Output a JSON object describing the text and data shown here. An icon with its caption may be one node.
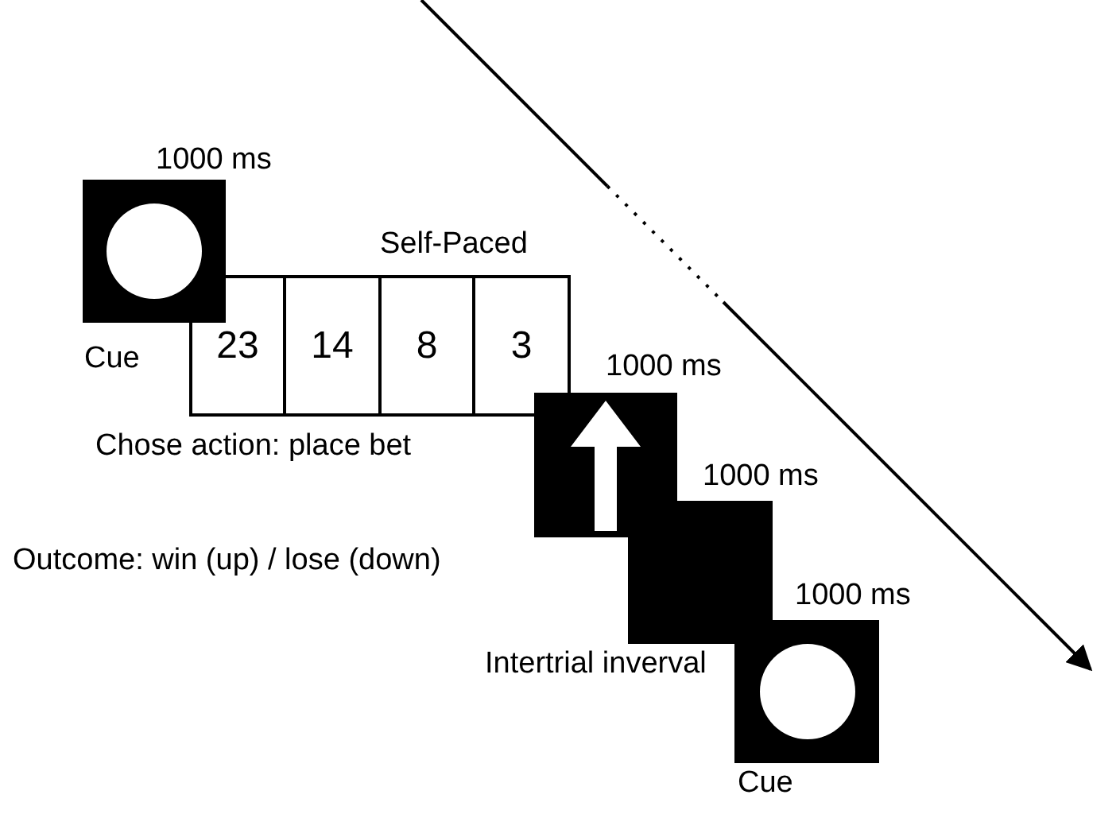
{
  "diagram": {
    "nodes": [
      {
        "text": [],
        "shape": "box",
        "beside": [
          "1000 ms",
          "Cue"
        ]
      },
      {
        "text": [
          "Self-Paced"
        ],
        "beside": [
          "Chose action: place bet"
        ]
      },
      {
        "text": [
          "23"
        ],
        "in": 1
      },
      {
        "text": [
          "14"
        ],
        "in": 1
      },
      {
        "text": [
          "8"
        ],
        "in": 1
      },
      {
        "text": [
          "3"
        ],
        "in": 1
      },
      {
        "text": [],
        "shape": "box",
        "beside": [
          "1000 ms",
          "Outcome: win (up) / lose (down)"
        ]
      },
      {
        "text": [],
        "shape": "box",
        "beside": [
          "1000 ms",
          "Intertrial inverval"
        ]
      },
      {
        "text": [],
        "shape": "box",
        "beside": [
          "1000 ms",
          "Cue"
        ]
      }
    ],
    "edges": []
  }
}
